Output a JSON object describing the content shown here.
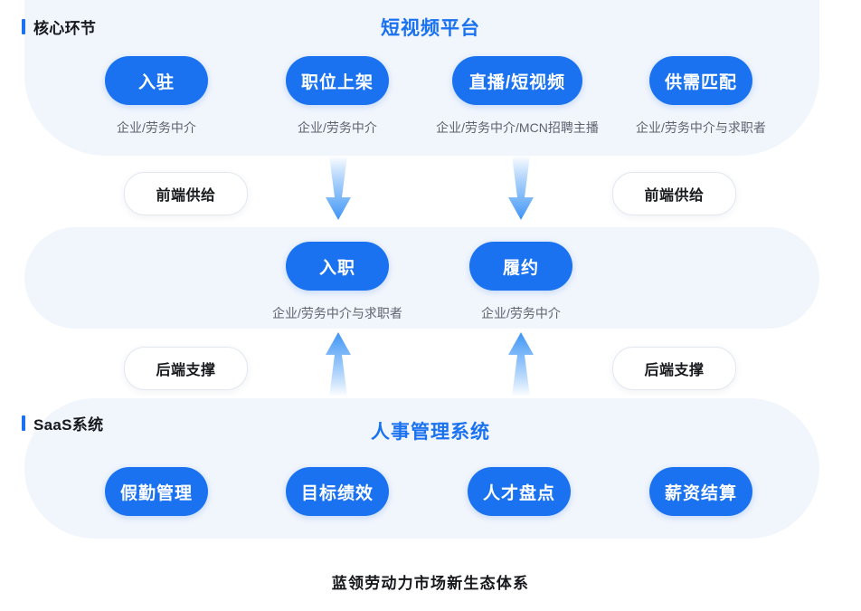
{
  "caption": "蓝领劳动力市场新生态体系",
  "colors": {
    "accent": "#1a72f0",
    "band_bg": "#f1f5fc",
    "node_text": "#ffffff",
    "caption_text": "#5e636e",
    "heading_text": "#16181c"
  },
  "sections": {
    "core": {
      "tag": "核心环节",
      "title": "短视频平台",
      "nodes": [
        {
          "label": "入驻",
          "caption": "企业/劳务中介"
        },
        {
          "label": "职位上架",
          "caption": "企业/劳务中介"
        },
        {
          "label": "直播/短视频",
          "caption": "企业/劳务中介/MCN招聘主播"
        },
        {
          "label": "供需匹配",
          "caption": "企业/劳务中介与求职者"
        }
      ]
    },
    "middle": {
      "nodes": [
        {
          "label": "入职",
          "caption": "企业/劳务中介与求职者"
        },
        {
          "label": "履约",
          "caption": "企业/劳务中介"
        }
      ]
    },
    "saas": {
      "tag": "SaaS系统",
      "title": "人事管理系统",
      "nodes": [
        {
          "label": "假勤管理"
        },
        {
          "label": "目标绩效"
        },
        {
          "label": "人才盘点"
        },
        {
          "label": "薪资结算"
        }
      ]
    }
  },
  "chips": {
    "front_left": "前端供给",
    "front_right": "前端供给",
    "back_left": "后端支撑",
    "back_right": "后端支撑"
  }
}
